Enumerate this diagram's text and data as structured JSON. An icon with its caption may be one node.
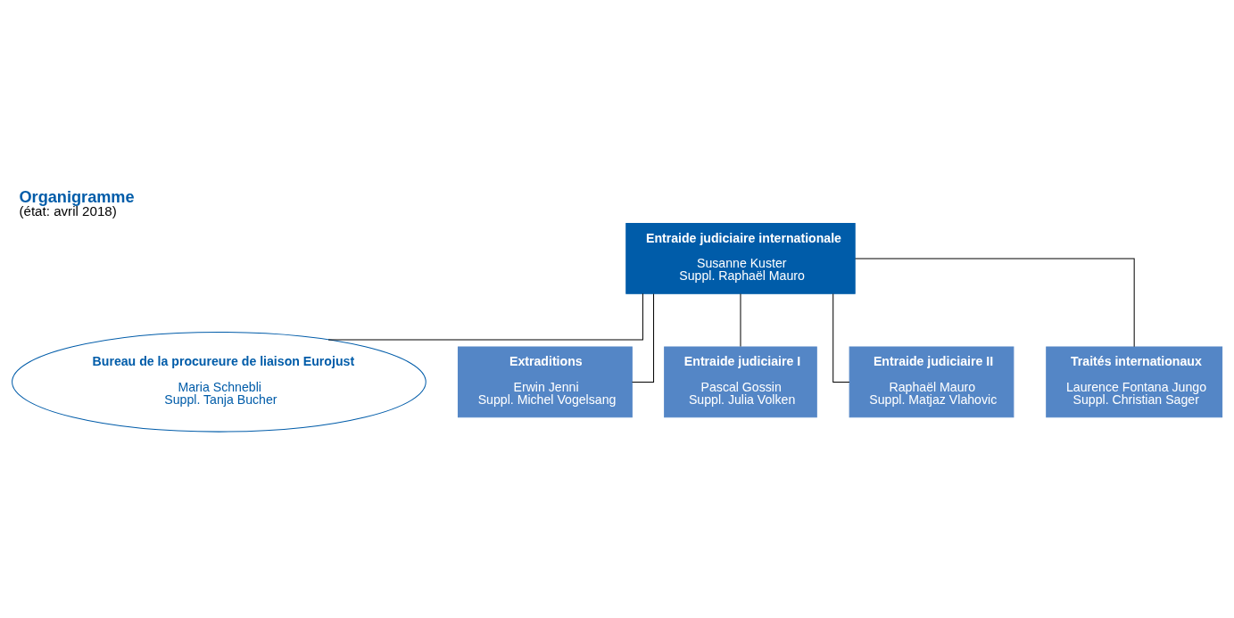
{
  "diagram": {
    "title": "Organigramme",
    "caption": "(état: avril 2018)",
    "nodes": [
      {
        "text": [
          "Entraide judiciaire internationale",
          "Susanne Kuster",
          "Suppl. Raphaël Mauro"
        ]
      },
      {
        "text": [
          "Bureau de la procureure de liaison Eurojust",
          "Maria Schnebli",
          "Suppl. Tanja Bucher"
        ]
      },
      {
        "text": [
          "Extraditions",
          "Erwin Jenni",
          "Suppl. Michel Vogelsang"
        ]
      },
      {
        "text": [
          "Entraide judiciaire I",
          "Pascal Gossin",
          "Suppl. Julia Volken"
        ]
      },
      {
        "text": [
          "Entraide judiciaire II",
          "Raphaël Mauro",
          "Suppl. Matjaz Vlahovic"
        ]
      },
      {
        "text": [
          "Traités internationaux",
          "Laurence Fontana Jungo",
          "Suppl. Christian Sager"
        ]
      }
    ],
    "edges": [
      {
        "from": 0,
        "to": 1,
        "arrow": "none"
      },
      {
        "from": 0,
        "to": 2,
        "arrow": "none"
      },
      {
        "from": 0,
        "to": 3,
        "arrow": "none"
      },
      {
        "from": 0,
        "to": 4,
        "arrow": "none"
      },
      {
        "from": 0,
        "to": 5,
        "arrow": "none"
      }
    ]
  }
}
